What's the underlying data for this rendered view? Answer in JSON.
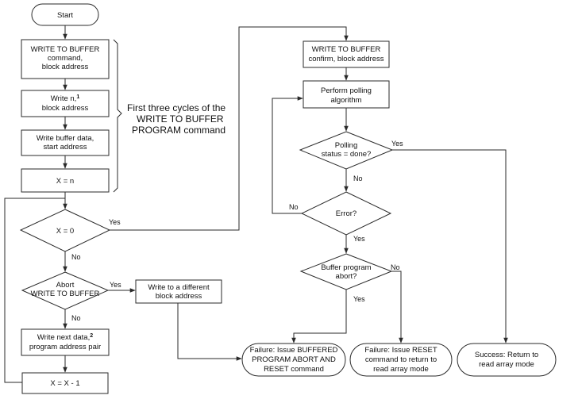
{
  "nodes": {
    "start": "Start",
    "write_cmd": [
      "WRITE TO BUFFER",
      "command,",
      "block address"
    ],
    "write_n": [
      "Write n,",
      "block address"
    ],
    "write_n_sup": "1",
    "write_data": [
      "Write buffer data,",
      "start address"
    ],
    "x_eq_n": "X = n",
    "x_eq_0": "X = 0",
    "abort": [
      "Abort",
      "WRITE TO BUFFER"
    ],
    "write_next": [
      "Write next data,",
      "program address pair"
    ],
    "write_next_sup": "2",
    "x_minus": "X = X - 1",
    "diff_block": [
      "Write to a different",
      "block address"
    ],
    "confirm": [
      "WRITE TO BUFFER",
      "confirm, block address"
    ],
    "polling": [
      "Perform polling",
      "algorithm"
    ],
    "polling_status": [
      "Polling",
      "status = done?"
    ],
    "error": "Error?",
    "buffer_abort": [
      "Buffer program",
      "abort?"
    ],
    "fail_abort": [
      "Failure: Issue BUFFERED",
      "PROGRAM ABORT AND",
      "RESET command"
    ],
    "fail_reset": [
      "Failure: Issue RESET",
      "command to return to",
      "read array mode"
    ],
    "success": [
      "Success: Return to",
      "read array mode"
    ]
  },
  "note": [
    "First three cycles of the",
    "WRITE TO BUFFER",
    "PROGRAM command"
  ],
  "labels": {
    "x0_yes": "Yes",
    "x0_no": "No",
    "abort_yes": "Yes",
    "abort_no": "No",
    "polling_yes": "Yes",
    "polling_no": "No",
    "error_no": "No",
    "error_yes": "Yes",
    "buffer_no": "No",
    "buffer_yes": "Yes"
  }
}
